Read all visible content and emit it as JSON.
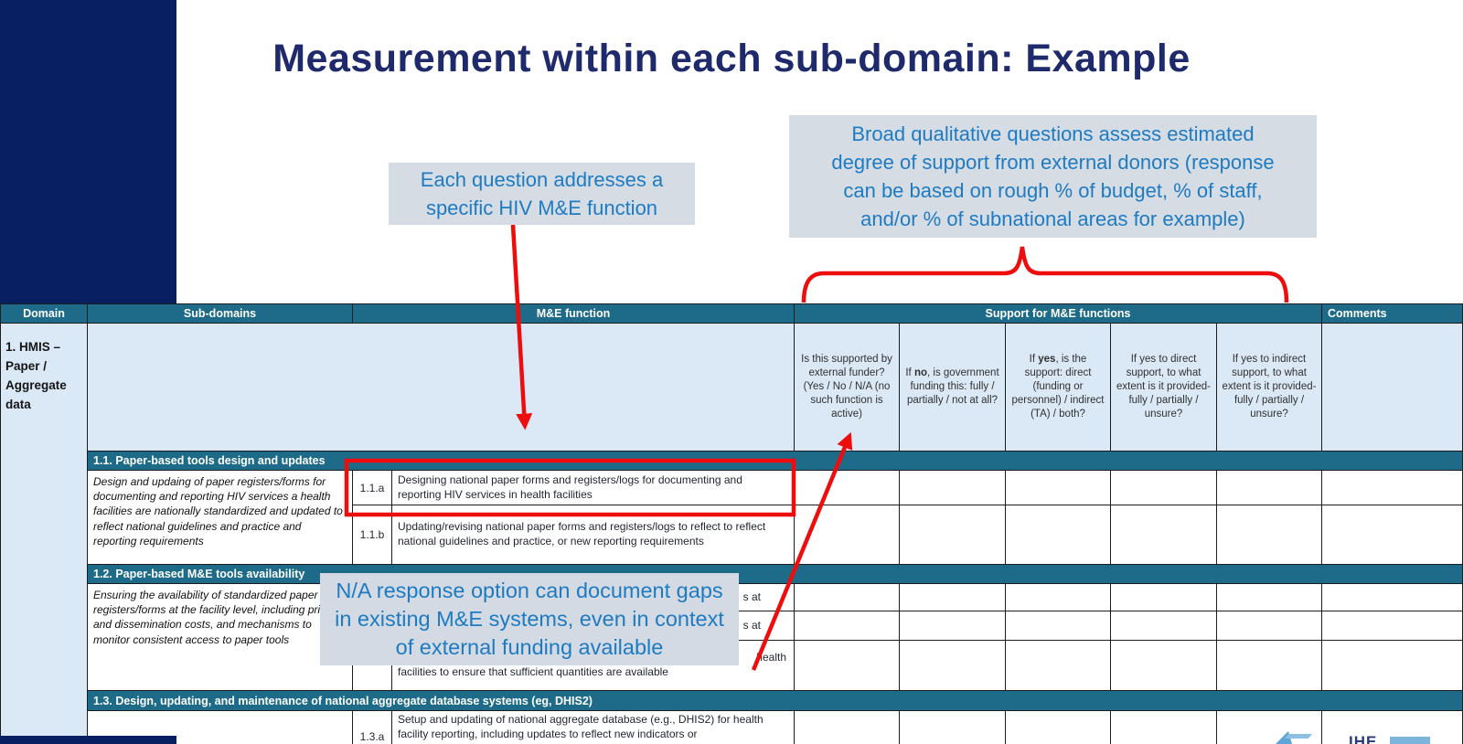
{
  "slide": {
    "title": "Measurement within each sub-domain: Example"
  },
  "callouts": {
    "left": {
      "lines": [
        "Each question addresses a",
        "specific HIV M&E function"
      ]
    },
    "right": {
      "lines": [
        "Broad qualitative questions assess estimated",
        "degree of support from external donors (response",
        "can be based on rough % of budget, % of staff,",
        "and/or % of subnational areas for example)"
      ]
    },
    "overlay": {
      "lines": [
        "N/A response option can document gaps",
        "in existing M&E systems, even in context",
        "of external funding available"
      ]
    }
  },
  "table": {
    "headers": {
      "domain": "Domain",
      "sub_domains": "Sub-domains",
      "me_function": "M&E function",
      "support": "Support for M&E functions",
      "comments": "Comments"
    },
    "domain": "1. HMIS – Paper / Aggregate data",
    "support_questions": [
      {
        "text": "Is this supported by external funder? (Yes / No / N/A (no such function is active)"
      },
      {
        "pre": "If ",
        "bold": "no",
        "post": ", is government funding this: fully / partially / not at all?"
      },
      {
        "pre": "If ",
        "bold": "yes",
        "post": ", is the support: direct (funding or personnel) / indirect (TA)  / both?"
      },
      {
        "text": "If yes to direct support, to what extent is it provided- fully / partially / unsure?"
      },
      {
        "text": "If yes to indirect support, to what extent is it provided- fully / partially / unsure?"
      }
    ],
    "sections": [
      {
        "bar": "1.1. Paper-based tools design and updates",
        "subdomain": "Design and updaing of paper registers/forms for documenting and reporting HIV services a health facilities are nationally standardized and updated to reflect national guidelines and practice and reporting requirements",
        "rows": [
          {
            "code": "1.1.a",
            "text": "Designing national paper forms and registers/logs for documenting and reporting HIV services in health facilities"
          },
          {
            "code": "1.1.b",
            "text": "Updating/revising national paper forms and registers/logs to reflect  to reflect national guidelines and practice, or new reporting requirements"
          }
        ]
      },
      {
        "bar": "1.2. Paper-based M&E tools availability",
        "subdomain": "Ensuring the availability of standardized paper registers/forms at the facility level, including printing and dissemination costs, and mechanisms to monitor consistent access to paper tools",
        "rows": [
          {
            "fragment": "s at"
          },
          {
            "fragment": "s at"
          },
          {
            "fragment_line1": "health",
            "fragment_line2": "facilities to ensure that  sufficient quantities are available"
          }
        ]
      },
      {
        "bar": "1.3. Design, updating, and maintenance of national aggregate database systems (eg, DHIS2)",
        "rows": [
          {
            "code": "1.3.a",
            "text": "Setup and updating of national aggregate database (e.g., DHIS2) for health facility reporting, including updates to reflect new indicators or"
          }
        ]
      }
    ]
  },
  "logo": {
    "text": "IHE"
  },
  "colors": {
    "navy": "#081f62",
    "title_navy": "#1e2a6c",
    "teal": "#1d6b89",
    "light_blue": "#dbe9f7",
    "callout_bg": "#d6dce4",
    "callout_text": "#1e7bc2",
    "red": "#ee0d0d"
  }
}
